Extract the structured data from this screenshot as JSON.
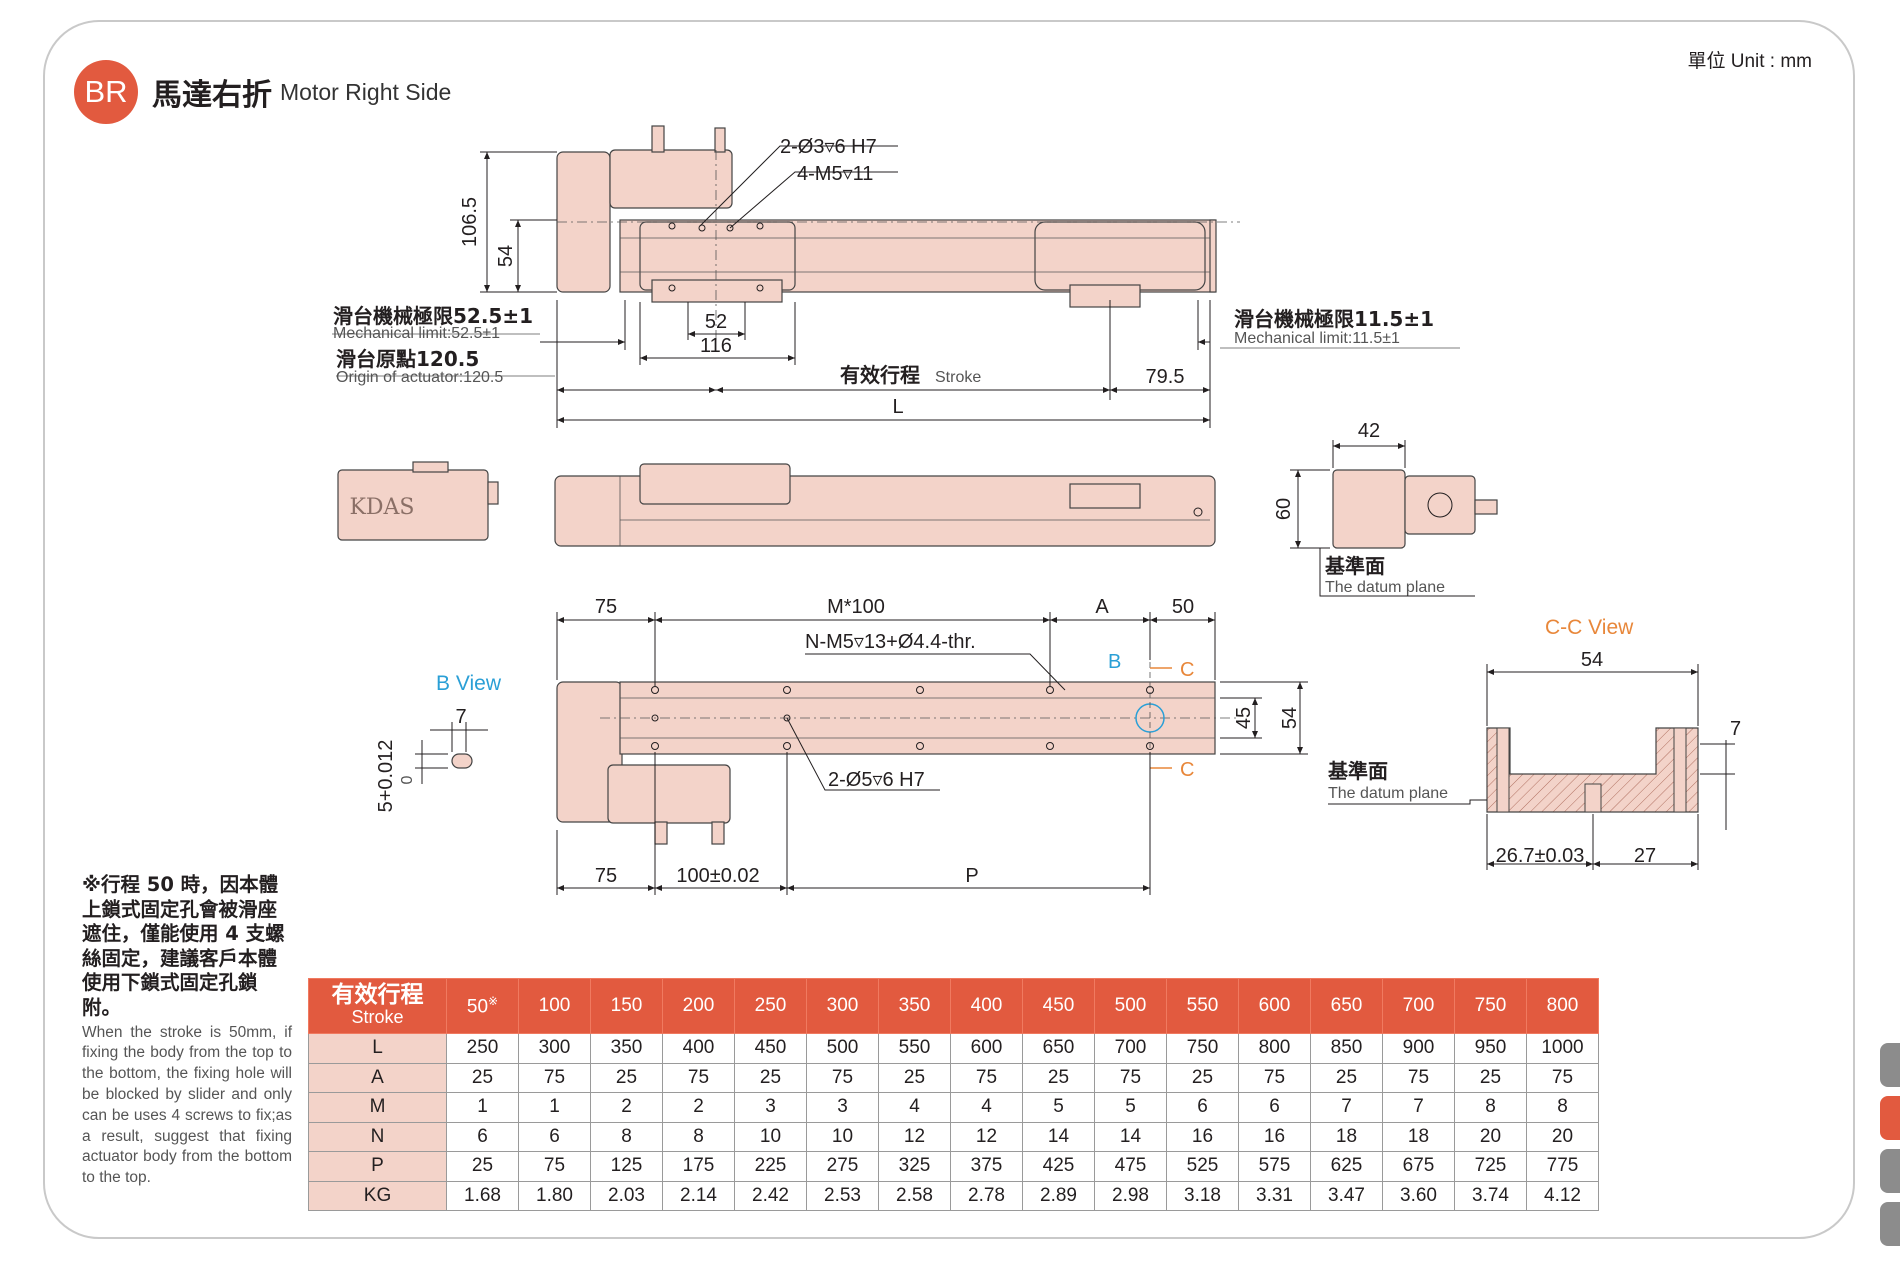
{
  "header": {
    "badge": "BR",
    "title_zh": "馬達右折",
    "title_en": "Motor Right Side",
    "unit": "單位 Unit : mm"
  },
  "top_view": {
    "dim_106": "106.5",
    "dim_54": "54",
    "pin_hole": "2-Ø3▿6 H7",
    "tap_hole": "4-M5▿11",
    "dim_52": "52",
    "dim_116": "116",
    "mech_limit_left_zh": "滑台機械極限52.5±1",
    "mech_limit_left_en": "Mechanical limit:52.5±1",
    "origin_zh": "滑台原點120.5",
    "origin_en": "Origin of actuator:120.5",
    "stroke_zh": "有效行程",
    "stroke_en": "Stroke",
    "dim_79": "79.5",
    "dim_L": "L",
    "mech_limit_right_zh": "滑台機械極限11.5±1",
    "mech_limit_right_en": "Mechanical limit:11.5±1"
  },
  "side_view": {
    "logo": "KDAS",
    "dim_42": "42",
    "dim_60": "60",
    "datum_zh": "基準面",
    "datum_en": "The datum plane"
  },
  "bottom_view": {
    "dim_75_top": "75",
    "dim_M100": "M*100",
    "dim_A": "A",
    "dim_50": "50",
    "tap_note": "N-M5▿13+Ø4.4-thr.",
    "label_B": "B",
    "label_C_top": "C",
    "label_C_bottom": "C",
    "dim_45": "45",
    "dim_54": "54",
    "pin_note": "2-Ø5▿6 H7",
    "dim_75_bottom": "75",
    "dim_100": "100±0.02",
    "dim_P": "P",
    "datum_zh": "基準面",
    "datum_en": "The datum plane"
  },
  "b_view": {
    "title": "B View",
    "dim_7": "7",
    "dim_tol": "5+0.012",
    "dim_tol_low": "0"
  },
  "cc_view": {
    "title": "C-C View",
    "dim_54": "54",
    "dim_7": "7",
    "dim_26": "26.7±0.03",
    "dim_27": "27"
  },
  "colors": {
    "accent": "#e25a3f",
    "body": "#f3d3c9",
    "blue": "#2a9fd6",
    "orange": "#e8873a"
  },
  "note": {
    "zh": "※行程 50 時，因本體上鎖式固定孔會被滑座遮住，僅能使用 4 支螺絲固定，建議客戶本體使用下鎖式固定孔鎖附。",
    "en": "When the stroke is 50mm, if fixing the body from the top to the bottom, the fixing hole will be blocked by slider and only can be uses 4 screws to fix;as a result, suggest that fixing actuator body from the bottom to the top."
  },
  "table": {
    "corner_zh": "有效行程",
    "corner_en": "Stroke",
    "strokes": [
      "50",
      "100",
      "150",
      "200",
      "250",
      "300",
      "350",
      "400",
      "450",
      "500",
      "550",
      "600",
      "650",
      "700",
      "750",
      "800"
    ],
    "first_mark": "※",
    "rows": [
      {
        "label": "L",
        "values": [
          "250",
          "300",
          "350",
          "400",
          "450",
          "500",
          "550",
          "600",
          "650",
          "700",
          "750",
          "800",
          "850",
          "900",
          "950",
          "1000"
        ]
      },
      {
        "label": "A",
        "values": [
          "25",
          "75",
          "25",
          "75",
          "25",
          "75",
          "25",
          "75",
          "25",
          "75",
          "25",
          "75",
          "25",
          "75",
          "25",
          "75"
        ]
      },
      {
        "label": "M",
        "values": [
          "1",
          "1",
          "2",
          "2",
          "3",
          "3",
          "4",
          "4",
          "5",
          "5",
          "6",
          "6",
          "7",
          "7",
          "8",
          "8"
        ]
      },
      {
        "label": "N",
        "values": [
          "6",
          "6",
          "8",
          "8",
          "10",
          "10",
          "12",
          "12",
          "14",
          "14",
          "16",
          "16",
          "18",
          "18",
          "20",
          "20"
        ]
      },
      {
        "label": "P",
        "values": [
          "25",
          "75",
          "125",
          "175",
          "225",
          "275",
          "325",
          "375",
          "425",
          "475",
          "525",
          "575",
          "625",
          "675",
          "725",
          "775"
        ]
      },
      {
        "label": "KG",
        "values": [
          "1.68",
          "1.80",
          "2.03",
          "2.14",
          "2.42",
          "2.53",
          "2.58",
          "2.78",
          "2.89",
          "2.98",
          "3.18",
          "3.31",
          "3.47",
          "3.60",
          "3.74",
          "4.12"
        ]
      }
    ]
  }
}
